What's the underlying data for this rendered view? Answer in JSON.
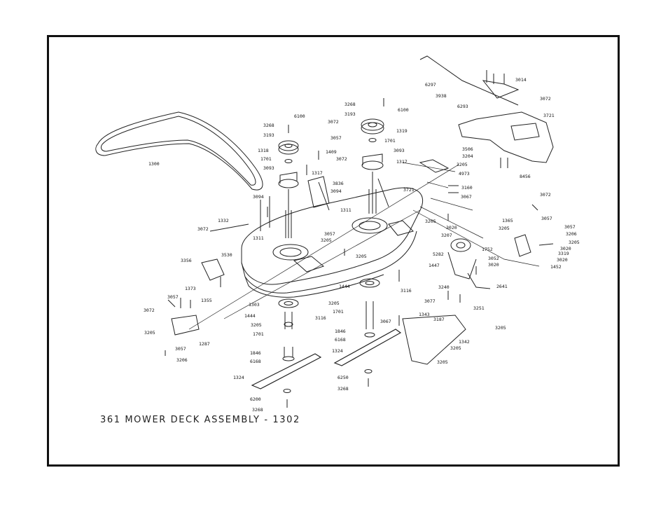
{
  "caption": "361 MOWER DECK ASSEMBLY - 1302",
  "part_labels": {
    "p1300": "1300",
    "p3268a": "3268",
    "p6100a": "6100",
    "p3072a": "3072",
    "p3193a": "3193",
    "p3057a": "3057",
    "p1318": "1318",
    "p1409": "1409",
    "p1701a": "1701",
    "p3072b": "3072",
    "p3093a": "3093",
    "p1317a": "1317",
    "p3836": "3836",
    "p3094a": "3094",
    "p3094b": "3094",
    "p1332": "1332",
    "p3072c": "3072",
    "p1311a": "1311",
    "p3057b": "3057",
    "p3205a": "3205",
    "p3530": "3530",
    "p3205b": "3205",
    "p3356": "3356",
    "p1373": "1373",
    "p3057c": "3057",
    "p1355": "1355",
    "p3072d": "3072",
    "p1303": "1303",
    "p1444a": "1444",
    "p3205c": "3205",
    "p1701b": "1701",
    "p3205d": "3205",
    "p1287": "1287",
    "p3057d": "3057",
    "p3206a": "3206",
    "p1846a": "1846",
    "p6168a": "6168",
    "p1324a": "1324",
    "p6200a": "6200",
    "p3268b": "3268",
    "p3268c": "3268",
    "p6100b": "6100",
    "p3193b": "3193",
    "p1319": "1319",
    "p1701c": "1701",
    "p3093b": "3093",
    "p1317b": "1317",
    "p3721a": "3721",
    "p1311b": "1311",
    "p1444b": "1444",
    "p3116a": "3116",
    "p3116b": "3116",
    "p3205e": "3205",
    "p1701d": "1701",
    "p3067a": "3067",
    "p1343": "1343",
    "p1846b": "1846",
    "p6168b": "6168",
    "p1324b": "1324",
    "p6250": "6250",
    "p3268d": "3268",
    "p6297": "6297",
    "p3014": "3014",
    "p3938": "3938",
    "p6293": "6293",
    "p3072e": "3072",
    "p3721b": "3721",
    "p3506": "3506",
    "p3204": "3204",
    "p3205f": "3205",
    "p4973": "4973",
    "p8456": "8456",
    "p3160": "3160",
    "p3067b": "3067",
    "p3205g": "3205",
    "p3020a": "3020",
    "p3207": "3207",
    "p5282": "5282",
    "p1752": "1752",
    "p1447": "1447",
    "p3052": "3052",
    "p3020b": "3020",
    "p3240": "3240",
    "p3077": "3077",
    "p3251": "3251",
    "p2641": "2641",
    "p3187": "3187",
    "p1342": "1342",
    "p3205h": "3205",
    "p3205i": "3205",
    "p3205j": "3205",
    "p3072f": "3072",
    "p3057e": "3057",
    "p1365": "1365",
    "p3205k": "3205",
    "p3057f": "3057",
    "p3206b": "3206",
    "p3205l": "3205",
    "p3020c": "3020",
    "p3319": "3319",
    "p3020d": "3020",
    "p1452": "1452"
  }
}
